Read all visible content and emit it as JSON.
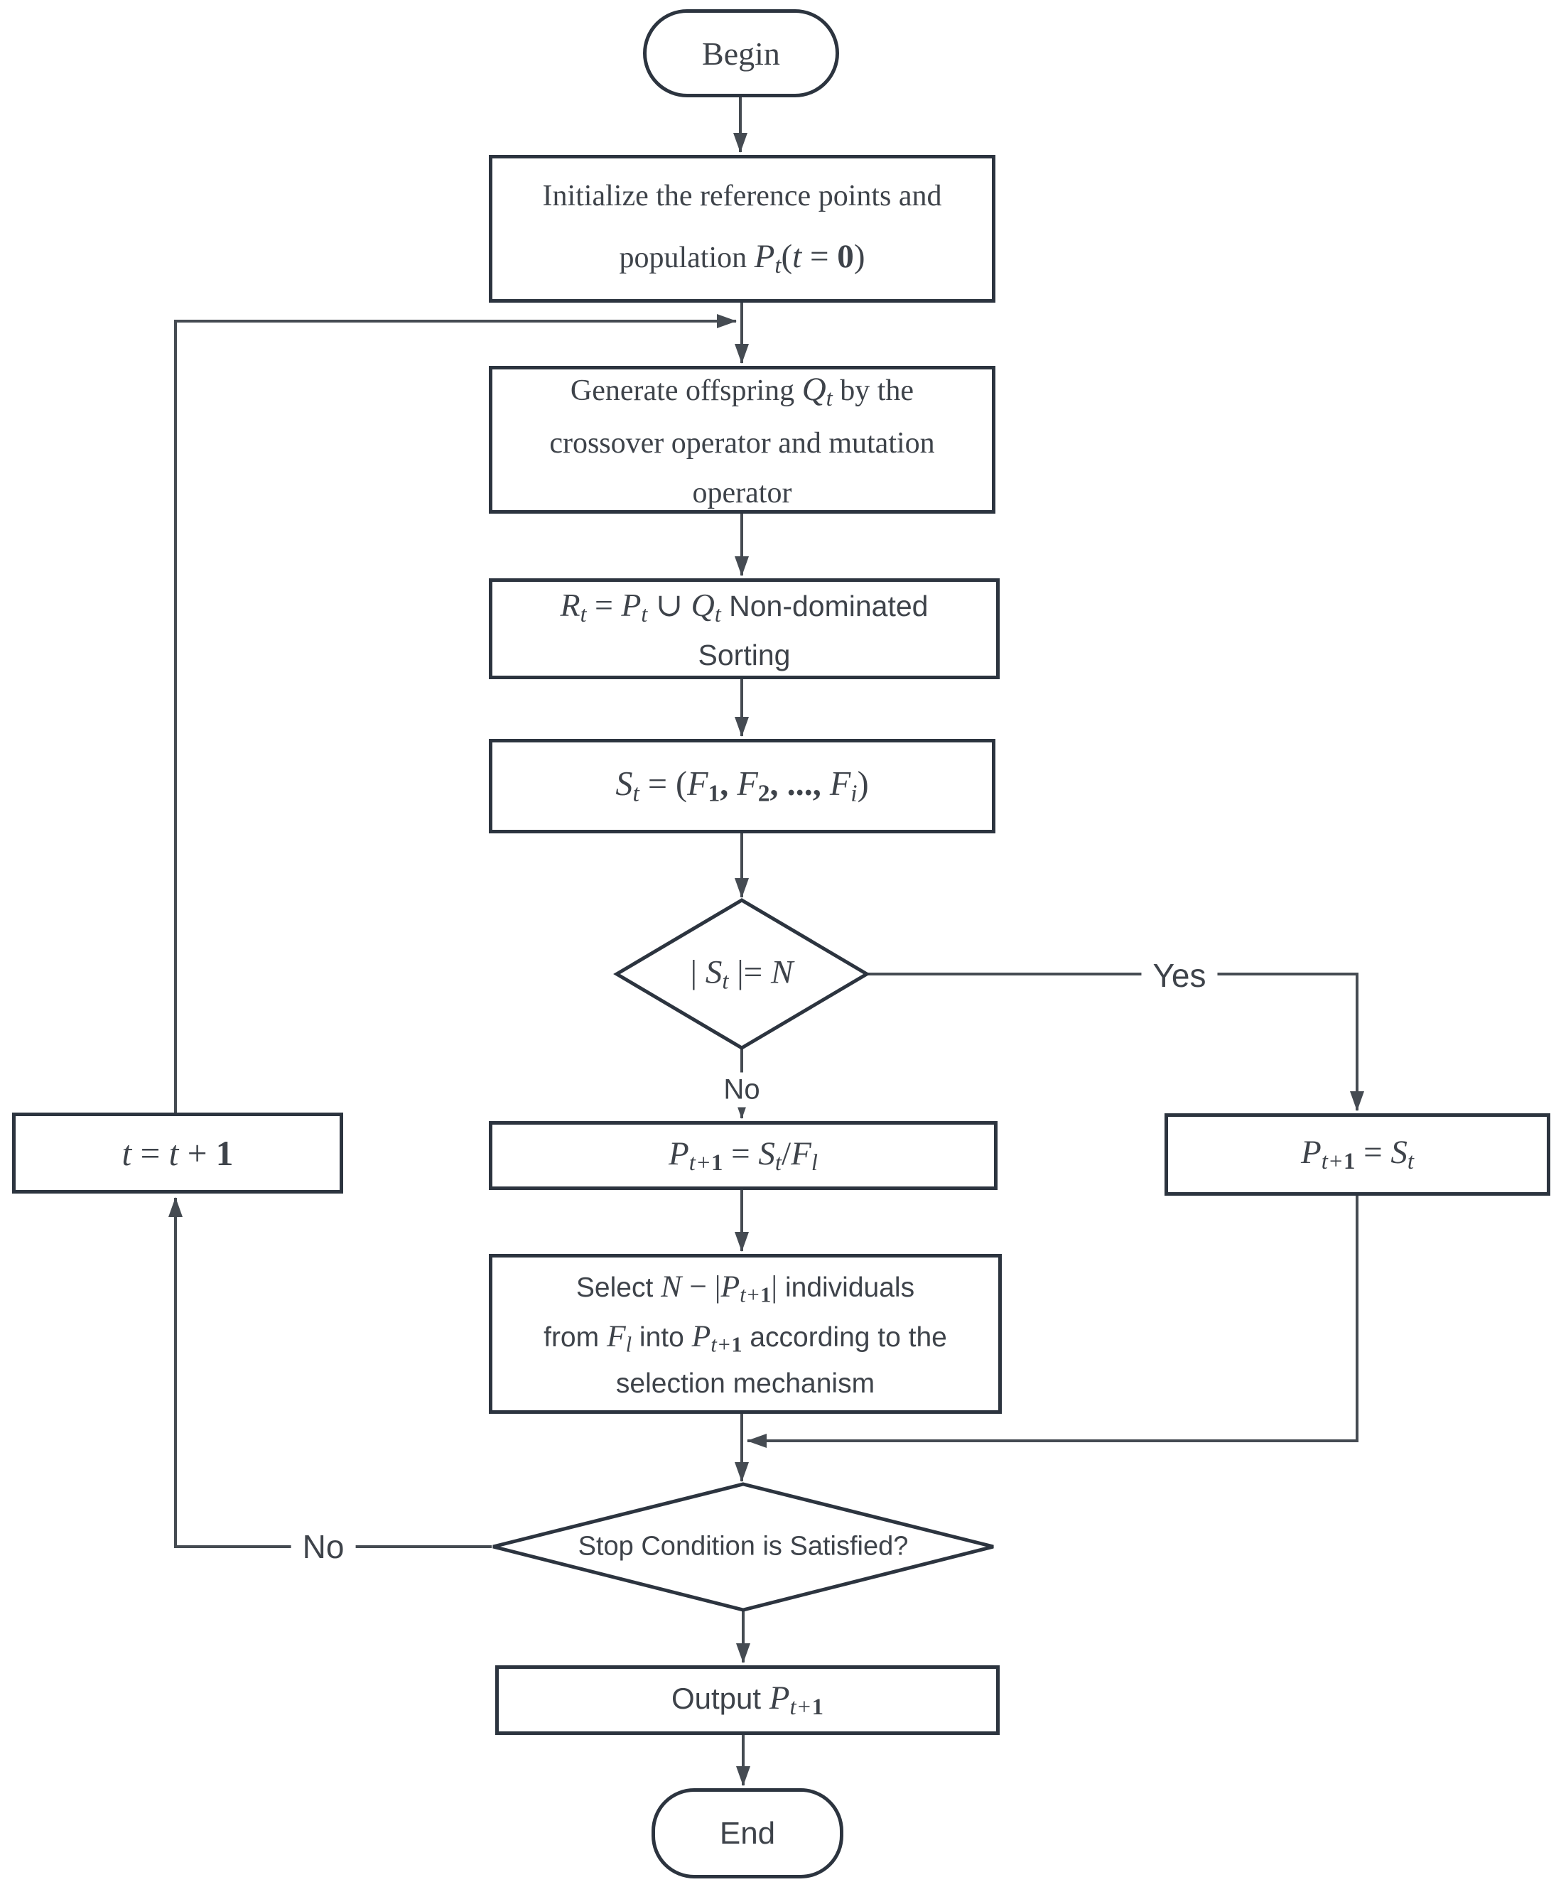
{
  "colors": {
    "bg": "#ffffff",
    "border": "#2c343f",
    "line": "#454b52",
    "text": "#3e434a"
  },
  "nodes": {
    "begin": {
      "type": "terminator",
      "label": "Begin"
    },
    "init": {
      "type": "process",
      "lines": [
        [
          [
            "p",
            "Initialize the reference points and"
          ]
        ],
        [
          [
            "p",
            "population "
          ],
          [
            "m",
            "P"
          ],
          [
            "sub",
            "t"
          ],
          [
            "r",
            "("
          ],
          [
            "m",
            "t"
          ],
          [
            "r",
            " = "
          ],
          [
            "b",
            "0"
          ],
          [
            "r",
            ")"
          ]
        ]
      ]
    },
    "generate": {
      "type": "process",
      "lines": [
        [
          [
            "p",
            "Generate offspring "
          ],
          [
            "m",
            "Q"
          ],
          [
            "sub",
            "t"
          ],
          [
            "p",
            " by the"
          ]
        ],
        [
          [
            "p",
            "crossover operator and mutation"
          ]
        ],
        [
          [
            "p",
            "operator"
          ]
        ]
      ]
    },
    "sorting": {
      "type": "process",
      "lines": [
        [
          [
            "m",
            "R"
          ],
          [
            "sub",
            "t"
          ],
          [
            "r",
            " = "
          ],
          [
            "m",
            "P"
          ],
          [
            "sub",
            "t"
          ],
          [
            "r",
            " ∪ "
          ],
          [
            "m",
            "Q"
          ],
          [
            "sub",
            "t"
          ],
          [
            "p",
            " Non-dominated"
          ]
        ],
        [
          [
            "p",
            "Sorting"
          ]
        ]
      ]
    },
    "fronts": {
      "type": "process",
      "lines": [
        [
          [
            "m",
            "S"
          ],
          [
            "sub",
            "t"
          ],
          [
            "r",
            " = ("
          ],
          [
            "m",
            "F"
          ],
          [
            "bsub",
            "1"
          ],
          [
            "b",
            ", "
          ],
          [
            "m",
            "F"
          ],
          [
            "bsub",
            "2"
          ],
          [
            "b",
            ", ..., "
          ],
          [
            "m",
            "F"
          ],
          [
            "sub",
            "i"
          ],
          [
            "r",
            ")"
          ]
        ]
      ]
    },
    "size_check": {
      "type": "decision",
      "lines": [
        [
          [
            "r",
            "| "
          ],
          [
            "m",
            "S"
          ],
          [
            "sub",
            "t"
          ],
          [
            "r",
            " |= "
          ],
          [
            "m",
            "N"
          ]
        ]
      ]
    },
    "next_pop_reduced": {
      "type": "process",
      "lines": [
        [
          [
            "m",
            "P"
          ],
          [
            "sub",
            "t+"
          ],
          [
            "bsub",
            "1"
          ],
          [
            "r",
            " = "
          ],
          [
            "m",
            "S"
          ],
          [
            "sub",
            "t"
          ],
          [
            "r",
            "/"
          ],
          [
            "m",
            "F"
          ],
          [
            "sub",
            "l"
          ]
        ]
      ]
    },
    "next_pop_full": {
      "type": "process",
      "lines": [
        [
          [
            "m",
            "P"
          ],
          [
            "sub",
            "t+"
          ],
          [
            "bsub",
            "1"
          ],
          [
            "r",
            " = "
          ],
          [
            "m",
            "S"
          ],
          [
            "sub",
            "t"
          ]
        ]
      ]
    },
    "increment": {
      "type": "process",
      "lines": [
        [
          [
            "m",
            "t"
          ],
          [
            "r",
            " = "
          ],
          [
            "m",
            "t"
          ],
          [
            "r",
            " + "
          ],
          [
            "b",
            "1"
          ]
        ]
      ]
    },
    "selection": {
      "type": "process",
      "lines": [
        [
          [
            "p",
            "Select "
          ],
          [
            "m",
            "N"
          ],
          [
            "r",
            " − |"
          ],
          [
            "m",
            "P"
          ],
          [
            "sub",
            "t+"
          ],
          [
            "bsub",
            "1"
          ],
          [
            "r",
            "|"
          ],
          [
            "p",
            " individuals"
          ]
        ],
        [
          [
            "p",
            "from "
          ],
          [
            "m",
            "F"
          ],
          [
            "sub",
            "l"
          ],
          [
            "p",
            " into "
          ],
          [
            "m",
            "P"
          ],
          [
            "sub",
            "t+"
          ],
          [
            "bsub",
            "1"
          ],
          [
            "p",
            " according to the"
          ]
        ],
        [
          [
            "p",
            "selection mechanism"
          ]
        ]
      ]
    },
    "stop_check": {
      "type": "decision",
      "lines": [
        [
          [
            "p",
            "Stop Condition is Satisfied?"
          ]
        ]
      ]
    },
    "output": {
      "type": "process",
      "lines": [
        [
          [
            "p",
            "Output "
          ],
          [
            "m",
            "P"
          ],
          [
            "sub",
            "t+"
          ],
          [
            "bsub",
            "1"
          ]
        ]
      ]
    },
    "end": {
      "type": "terminator",
      "label": "End"
    }
  },
  "edge_labels": {
    "yes_from_size_check": "Yes",
    "no_from_size_check": "No",
    "no_from_stop_check": "No"
  }
}
